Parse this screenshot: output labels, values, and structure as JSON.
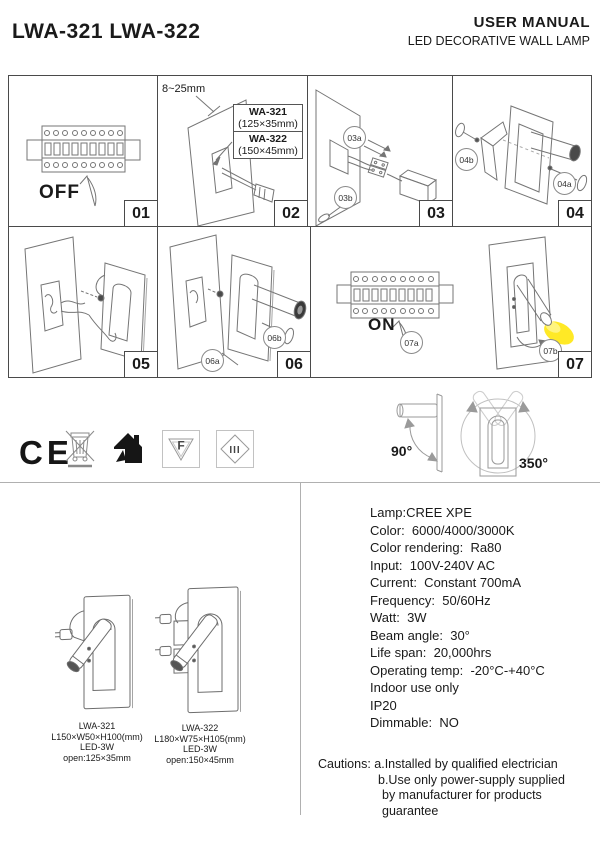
{
  "header": {
    "models": "LWA-321 LWA-322",
    "doc_title": "USER MANUAL",
    "doc_subtitle": "LED DECORATIVE WALL LAMP"
  },
  "steps": {
    "s01": {
      "num": "01",
      "power_label": "OFF"
    },
    "s02": {
      "num": "02",
      "depth_label": "8~25mm",
      "callout_a_model": "WA-321",
      "callout_a_size": "(125×35mm)",
      "callout_b_model": "WA-322",
      "callout_b_size": "(150×45mm)"
    },
    "s03": {
      "num": "03",
      "tag_a": "03a",
      "tag_b": "03b"
    },
    "s04": {
      "num": "04",
      "tag_a": "04a",
      "tag_b": "04b"
    },
    "s05": {
      "num": "05"
    },
    "s06": {
      "num": "06",
      "tag_a": "06a",
      "tag_b": "06b"
    },
    "s07": {
      "num": "07",
      "power_label": "ON",
      "tag_a": "07a",
      "tag_b": "07b"
    }
  },
  "certifications": {
    "ce": "CE",
    "f_mark": "F",
    "class_mark": "III"
  },
  "rotation": {
    "tilt": "90°",
    "swivel": "350°"
  },
  "specifications": [
    "Lamp:CREE XPE",
    "Color:  6000/4000/3000K",
    "Color rendering:  Ra80",
    "Input:  100V-240V AC",
    "Current:  Constant 700mA",
    "Frequency:  50/60Hz",
    "Watt:  3W",
    "Beam angle:  30°",
    "Life span:  20,000hrs",
    "Operating temp:  -20°C-+40°C",
    "Indoor use only",
    "IP20",
    "Dimmable:  NO"
  ],
  "products": [
    {
      "model": "LWA-321",
      "size": "L150×W50×H100(mm)",
      "led": "LED-3W",
      "open": "open:125×35mm"
    },
    {
      "model": "LWA-322",
      "size": "L180×W75×H105(mm)",
      "led": "LED-3W",
      "open": "open:150×45mm"
    }
  ],
  "cautions": {
    "line1": "Cautions: a.Installed by qualified electrician",
    "line2": "b.Use only power-supply supplied",
    "line3": "by manufacturer for products guarantee"
  },
  "accent_colors": {
    "light_beam": "#ffe926",
    "line_art": "#757575"
  }
}
